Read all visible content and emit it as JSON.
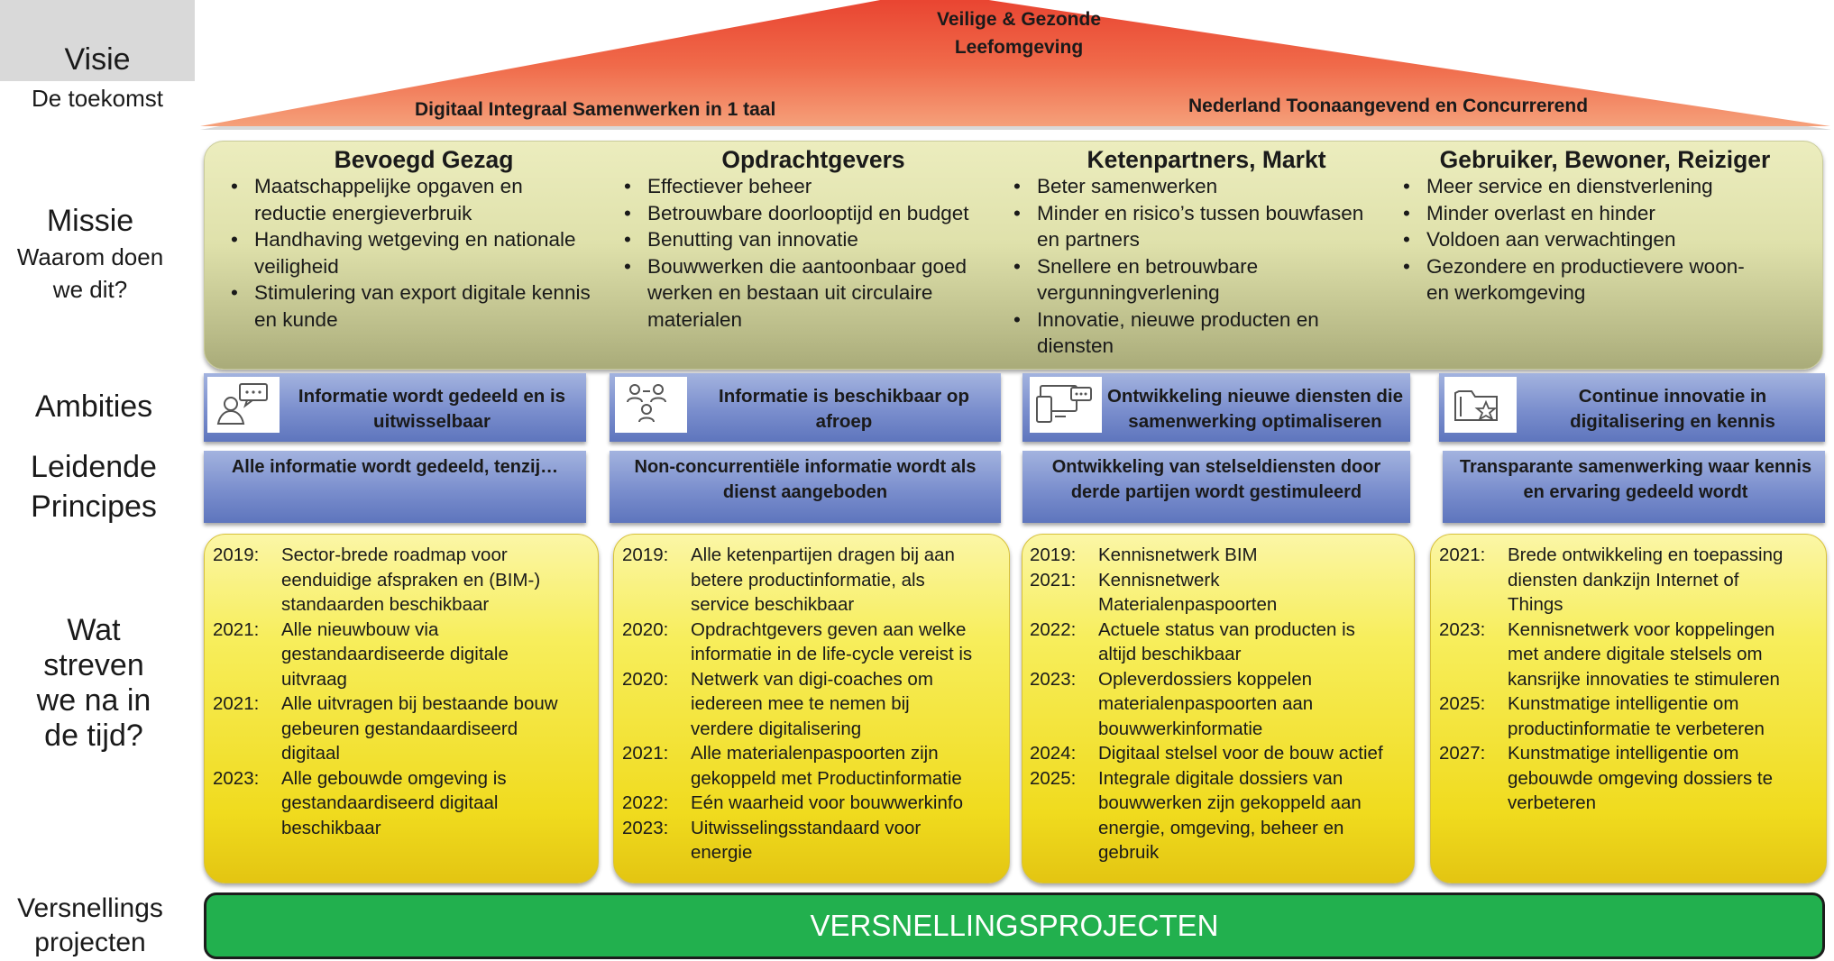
{
  "left_labels": {
    "visie": {
      "title": "Visie",
      "subtitle": "De toekomst"
    },
    "missie": {
      "title": "Missie",
      "subtitle_lines": [
        "Waarom doen",
        "we dit?"
      ]
    },
    "ambities": "Ambities",
    "principes_lines": [
      "Leidende",
      "Principes"
    ],
    "streven_lines": [
      "Wat",
      "streven",
      "we na in",
      "de tijd?"
    ],
    "versnelling_lines": [
      "Versnellings",
      "projecten"
    ]
  },
  "roof": {
    "title_lines": [
      "Veilige & Gezonde",
      "Leefomgeving"
    ],
    "left": "Digitaal Integraal Samenwerken in 1 taal",
    "right": "Nederland Toonaangevend en Concurrerend"
  },
  "mission": [
    {
      "heading": "Bevoegd Gezag",
      "bullets": [
        [
          "Maatschappelijke opgaven en",
          "reductie energieverbruik"
        ],
        [
          "Handhaving wetgeving en nationale",
          "veiligheid"
        ],
        [
          "Stimulering van export digitale kennis",
          "en kunde"
        ]
      ]
    },
    {
      "heading": "Opdrachtgevers",
      "bullets": [
        [
          "Effectiever beheer"
        ],
        [
          "Betrouwbare doorlooptijd en budget"
        ],
        [
          "Benutting van innovatie"
        ],
        [
          "Bouwwerken die aantoonbaar goed",
          "werken en bestaan uit circulaire",
          "materialen"
        ]
      ]
    },
    {
      "heading": "Ketenpartners, Markt",
      "bullets": [
        [
          "Beter samenwerken"
        ],
        [
          "Minder en risico’s tussen bouwfasen",
          "en partners"
        ],
        [
          "Snellere en betrouwbare",
          "vergunningverlening"
        ],
        [
          "Innovatie, nieuwe producten en",
          "diensten"
        ]
      ]
    },
    {
      "heading": "Gebruiker, Bewoner, Reiziger",
      "bullets": [
        [
          "Meer service en dienstverlening"
        ],
        [
          "Minder overlast en hinder"
        ],
        [
          "Voldoen aan verwachtingen"
        ],
        [
          "Gezondere en productievere woon-",
          "en werkomgeving"
        ]
      ]
    }
  ],
  "ambitions": [
    {
      "icon": "chat-person-icon",
      "lines": [
        "Informatie wordt gedeeld en is",
        "uitwisselbaar"
      ]
    },
    {
      "icon": "people-network-icon",
      "lines": [
        "Informatie is beschikbaar op",
        "afroep"
      ]
    },
    {
      "icon": "devices-chat-icon",
      "lines": [
        "Ontwikkeling nieuwe diensten die",
        "samenwerking optimaliseren"
      ]
    },
    {
      "icon": "folder-star-icon",
      "lines": [
        "Continue innovatie in",
        "digitalisering en kennis"
      ]
    }
  ],
  "principles": [
    {
      "lines": [
        "Alle informatie wordt gedeeld, tenzij…"
      ]
    },
    {
      "lines": [
        "Non-concurrentiële informatie wordt als",
        "dienst aangeboden"
      ]
    },
    {
      "lines": [
        "Ontwikkeling van stelseldiensten door",
        "derde partijen wordt gestimuleerd"
      ]
    },
    {
      "lines": [
        "Transparante samenwerking waar kennis",
        "en ervaring gedeeld wordt"
      ]
    }
  ],
  "timeline": [
    [
      {
        "year": "2019:",
        "lines": [
          "Sector-brede roadmap voor",
          "eenduidige afspraken en (BIM-)",
          "standaarden beschikbaar"
        ]
      },
      {
        "year": "2021:",
        "lines": [
          "Alle nieuwbouw via",
          "gestandaardiseerde digitale",
          "uitvraag"
        ]
      },
      {
        "year": "2021:",
        "lines": [
          "Alle uitvragen bij bestaande bouw",
          "gebeuren gestandaardiseerd",
          "digitaal"
        ]
      },
      {
        "year": "2023:",
        "lines": [
          "Alle gebouwde omgeving is",
          "gestandaardiseerd digitaal",
          "beschikbaar"
        ]
      }
    ],
    [
      {
        "year": "2019:",
        "lines": [
          "Alle ketenpartijen dragen bij aan",
          "betere productinformatie, als",
          "service beschikbaar"
        ]
      },
      {
        "year": "2020:",
        "lines": [
          "Opdrachtgevers geven aan welke",
          "informatie in de life-cycle vereist is"
        ]
      },
      {
        "year": "2020:",
        "lines": [
          "Netwerk van digi-coaches om",
          "iedereen mee te nemen bij",
          "verdere digitalisering"
        ]
      },
      {
        "year": "2021:",
        "lines": [
          "Alle materialenpaspoorten zijn",
          "gekoppeld met Productinformatie"
        ]
      },
      {
        "year": "2022:",
        "lines": [
          "Eén waarheid voor bouwwerkinfo"
        ]
      },
      {
        "year": "2023:",
        "lines": [
          "Uitwisselingsstandaard voor",
          "energie"
        ]
      }
    ],
    [
      {
        "year": "2019:",
        "lines": [
          "Kennisnetwerk BIM"
        ]
      },
      {
        "year": "2021:",
        "lines": [
          "Kennisnetwerk",
          "Materialenpaspoorten"
        ]
      },
      {
        "year": "2022:",
        "lines": [
          "Actuele status van producten is",
          "altijd beschikbaar"
        ]
      },
      {
        "year": "2023:",
        "lines": [
          "Opleverdossiers koppelen",
          "materialenpaspoorten aan",
          "bouwwerkinformatie"
        ]
      },
      {
        "year": "2024:",
        "lines": [
          "Digitaal stelsel voor de bouw actief"
        ]
      },
      {
        "year": "2025:",
        "lines": [
          "Integrale digitale dossiers van",
          "bouwwerken zijn gekoppeld aan",
          "energie, omgeving, beheer en",
          "gebruik"
        ]
      }
    ],
    [
      {
        "year": "2021:",
        "lines": [
          "Brede ontwikkeling en toepassing",
          "diensten dankzijn Internet of",
          "Things"
        ]
      },
      {
        "year": "2023:",
        "lines": [
          "Kennisnetwerk voor koppelingen",
          "met andere digitale stelsels om",
          "kansrijke innovaties te stimuleren"
        ]
      },
      {
        "year": "2025:",
        "lines": [
          "Kunstmatige intelligentie om",
          "productinformatie te verbeteren"
        ]
      },
      {
        "year": "2027:",
        "lines": [
          "Kunstmatige intelligentie om",
          "gebouwde omgeving dossiers te",
          "verbeteren"
        ]
      }
    ]
  ],
  "accelerator": "VERSNELLINGSPROJECTEN",
  "colors": {
    "roof_top": "#e8402e",
    "roof_bottom": "#f57f56",
    "ambition_blue": "#7a8ecd",
    "timeline_yellow": "#f3e43a",
    "accelerator_green": "#22b04e"
  }
}
